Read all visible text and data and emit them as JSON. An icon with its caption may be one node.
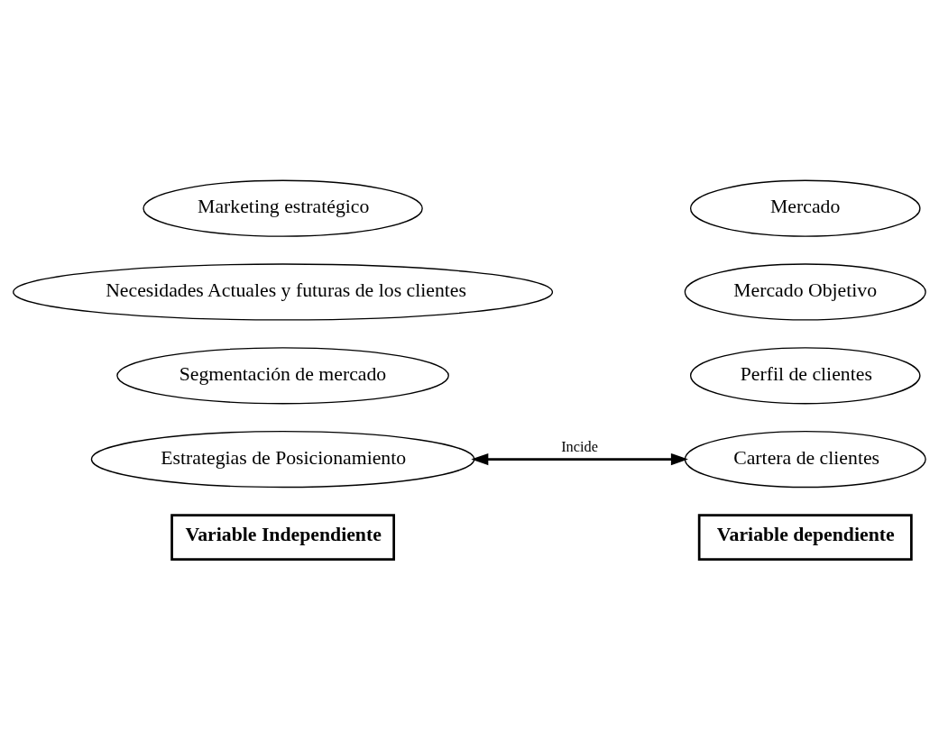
{
  "diagram": {
    "nodes": [
      {
        "text": [
          "Marketing estratégico"
        ]
      },
      {
        "text": [
          "Necesidades Actuales y futuras de los clientes"
        ]
      },
      {
        "text": [
          "Segmentación de mercado"
        ]
      },
      {
        "text": [
          "Estrategias de Posicionamiento"
        ]
      },
      {
        "text": [
          "Variable Independiente"
        ]
      },
      {
        "text": [
          "Mercado"
        ]
      },
      {
        "text": [
          "Mercado Objetivo"
        ]
      },
      {
        "text": [
          "Perfil de clientes"
        ]
      },
      {
        "text": [
          "Cartera de clientes"
        ]
      },
      {
        "text": [
          "Variable dependiente"
        ]
      }
    ],
    "edges": [
      {
        "from": 3,
        "to": 8,
        "arrow": "both",
        "label": "Incide"
      }
    ]
  }
}
